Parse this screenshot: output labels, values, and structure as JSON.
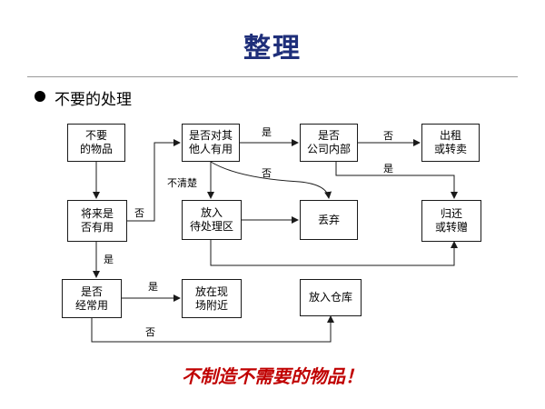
{
  "title": "整理",
  "section_heading": "不要的处理",
  "nodes": {
    "unneeded_items": "不要\n的物品",
    "useful_later": "将来是\n否有用",
    "used_by_others": "是否对其\n他人有用",
    "internal_company": "是否\n公司内部",
    "rent_or_sell": "出租\n或转卖",
    "pending_area": "放入\n待处理区",
    "discard": "丢弃",
    "return_or_donate": "归还\n或转赠",
    "frequently_used": "是否\n经常用",
    "place_near_site": "放在现\n场附近",
    "warehouse": "放入仓库"
  },
  "edge_labels": {
    "useful_to_others_no": "否",
    "others_to_internal_yes": "是",
    "internal_to_rent_no": "否",
    "internal_to_return_yes": "是",
    "others_to_discard_no": "否",
    "others_unclear": "不清楚",
    "useful_to_frequent_yes": "是",
    "frequent_to_site_yes": "是",
    "frequent_to_warehouse_no": "否"
  },
  "slogan": "不制造不需要的物品！",
  "colors": {
    "title": "#1f2f7a",
    "slogan": "#c00000",
    "line": "#1a1a1a"
  }
}
